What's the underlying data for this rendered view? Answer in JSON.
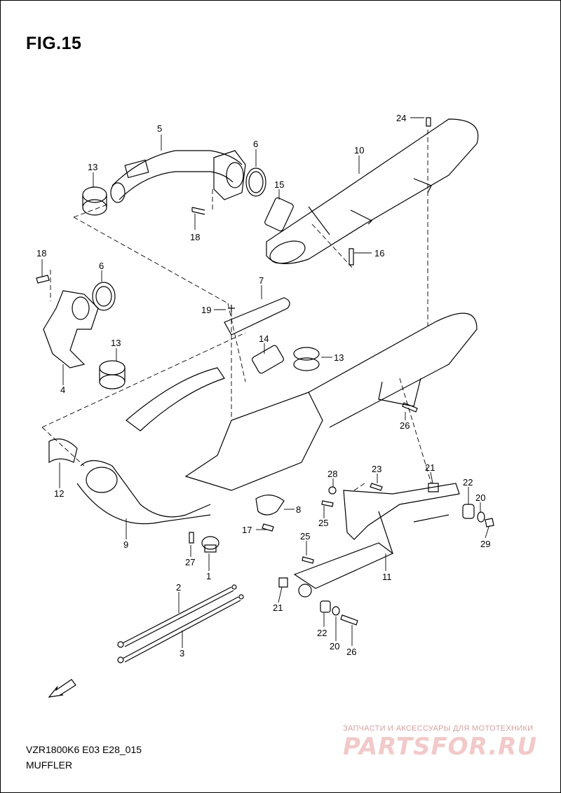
{
  "figure": {
    "title": "FIG.15",
    "model_code": "VZR1800K6 E03 E28_015",
    "section": "MUFFLER"
  },
  "watermark": {
    "line1": "ЗАПЧАСТИ И АКСЕССУАРЫ ДЛЯ МОТОТЕХНИКИ",
    "logo": "PARTSFOR.RU"
  },
  "part_labels": {
    "p1": "1",
    "p2": "2",
    "p3": "3",
    "p4": "4",
    "p5": "5",
    "p6a": "6",
    "p6b": "6",
    "p7": "7",
    "p8": "8",
    "p9": "9",
    "p10": "10",
    "p11": "11",
    "p12": "12",
    "p13a": "13",
    "p13b": "13",
    "p13c": "13",
    "p14": "14",
    "p15": "15",
    "p16": "16",
    "p17": "17",
    "p18a": "18",
    "p18b": "18",
    "p19": "19",
    "p20a": "20",
    "p20b": "20",
    "p21a": "21",
    "p21b": "21",
    "p22a": "22",
    "p22b": "22",
    "p23": "23",
    "p24": "24",
    "p25a": "25",
    "p25b": "25",
    "p26a": "26",
    "p26b": "26",
    "p27": "27",
    "p28": "28",
    "p29": "29"
  },
  "icons": {
    "front_arrow": "fwd-arrow-icon"
  }
}
